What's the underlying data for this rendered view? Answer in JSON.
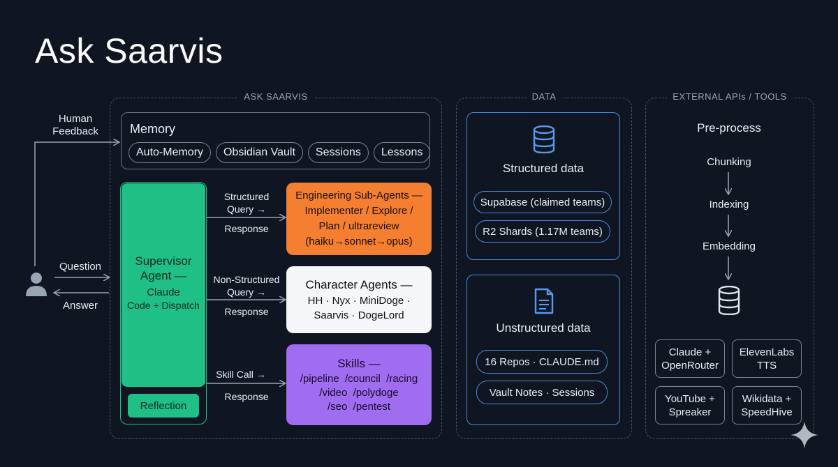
{
  "title": "Ask Saarvis",
  "panels": {
    "ask_saarvis": "ASK SAARVIS",
    "data": "DATA",
    "external": "EXTERNAL APIs / TOOLS"
  },
  "left": {
    "human_feedback": [
      "Human",
      "Feedback"
    ],
    "question": "Question",
    "answer": "Answer"
  },
  "memory": {
    "title": "Memory",
    "items": [
      "Auto-Memory",
      "Obsidian Vault",
      "Sessions",
      "Lessons"
    ]
  },
  "supervisor": {
    "line1": "Supervisor",
    "line2": "Agent —",
    "line3": "Claude",
    "line4": "Code + Dispatch",
    "reflection": "Reflection"
  },
  "flows": {
    "structured": [
      "Structured",
      "Query →"
    ],
    "structured_resp": "Response",
    "nonstructured": [
      "Non-Structured",
      "Query →"
    ],
    "nonstructured_resp": "Response",
    "skill": "Skill Call →",
    "skill_resp": "Response"
  },
  "engineering": [
    "Engineering Sub-Agents —",
    "Implementer / Explore /",
    "Plan / ultrareview",
    "(haiku→sonnet→opus)"
  ],
  "character": [
    "Character Agents —",
    "HH · Nyx · MiniDoge ·",
    "Saarvis · DogeLord"
  ],
  "skills": [
    "Skills —",
    "/pipeline  /council  /racing",
    "/video  /polydoge",
    "/seo  /pentest"
  ],
  "data": {
    "structured_title": "Structured data",
    "structured_items": [
      "Supabase (claimed teams)",
      "R2 Shards (1.17M teams)"
    ],
    "unstructured_title": "Unstructured data",
    "unstructured_items": [
      "16 Repos · CLAUDE.md",
      "Vault Notes · Sessions"
    ]
  },
  "external": {
    "preprocess": "Pre-process",
    "steps": [
      "Chunking",
      "Indexing",
      "Embedding"
    ],
    "tools": [
      [
        "Claude +",
        "OpenRouter"
      ],
      [
        "ElevenLabs",
        "TTS"
      ],
      [
        "YouTube +",
        "Spreaker"
      ],
      [
        "Wikidata +",
        "SpeedHive"
      ]
    ]
  },
  "colors": {
    "background": "#0f1622",
    "supervisor": "#1fbf86",
    "engineering": "#f47f30",
    "character": "#f5f6f7",
    "skills": "#a06cf0",
    "data_border": "#4a8ad8"
  },
  "icons": [
    "user-icon",
    "database-icon",
    "document-icon",
    "sparkle-icon"
  ]
}
